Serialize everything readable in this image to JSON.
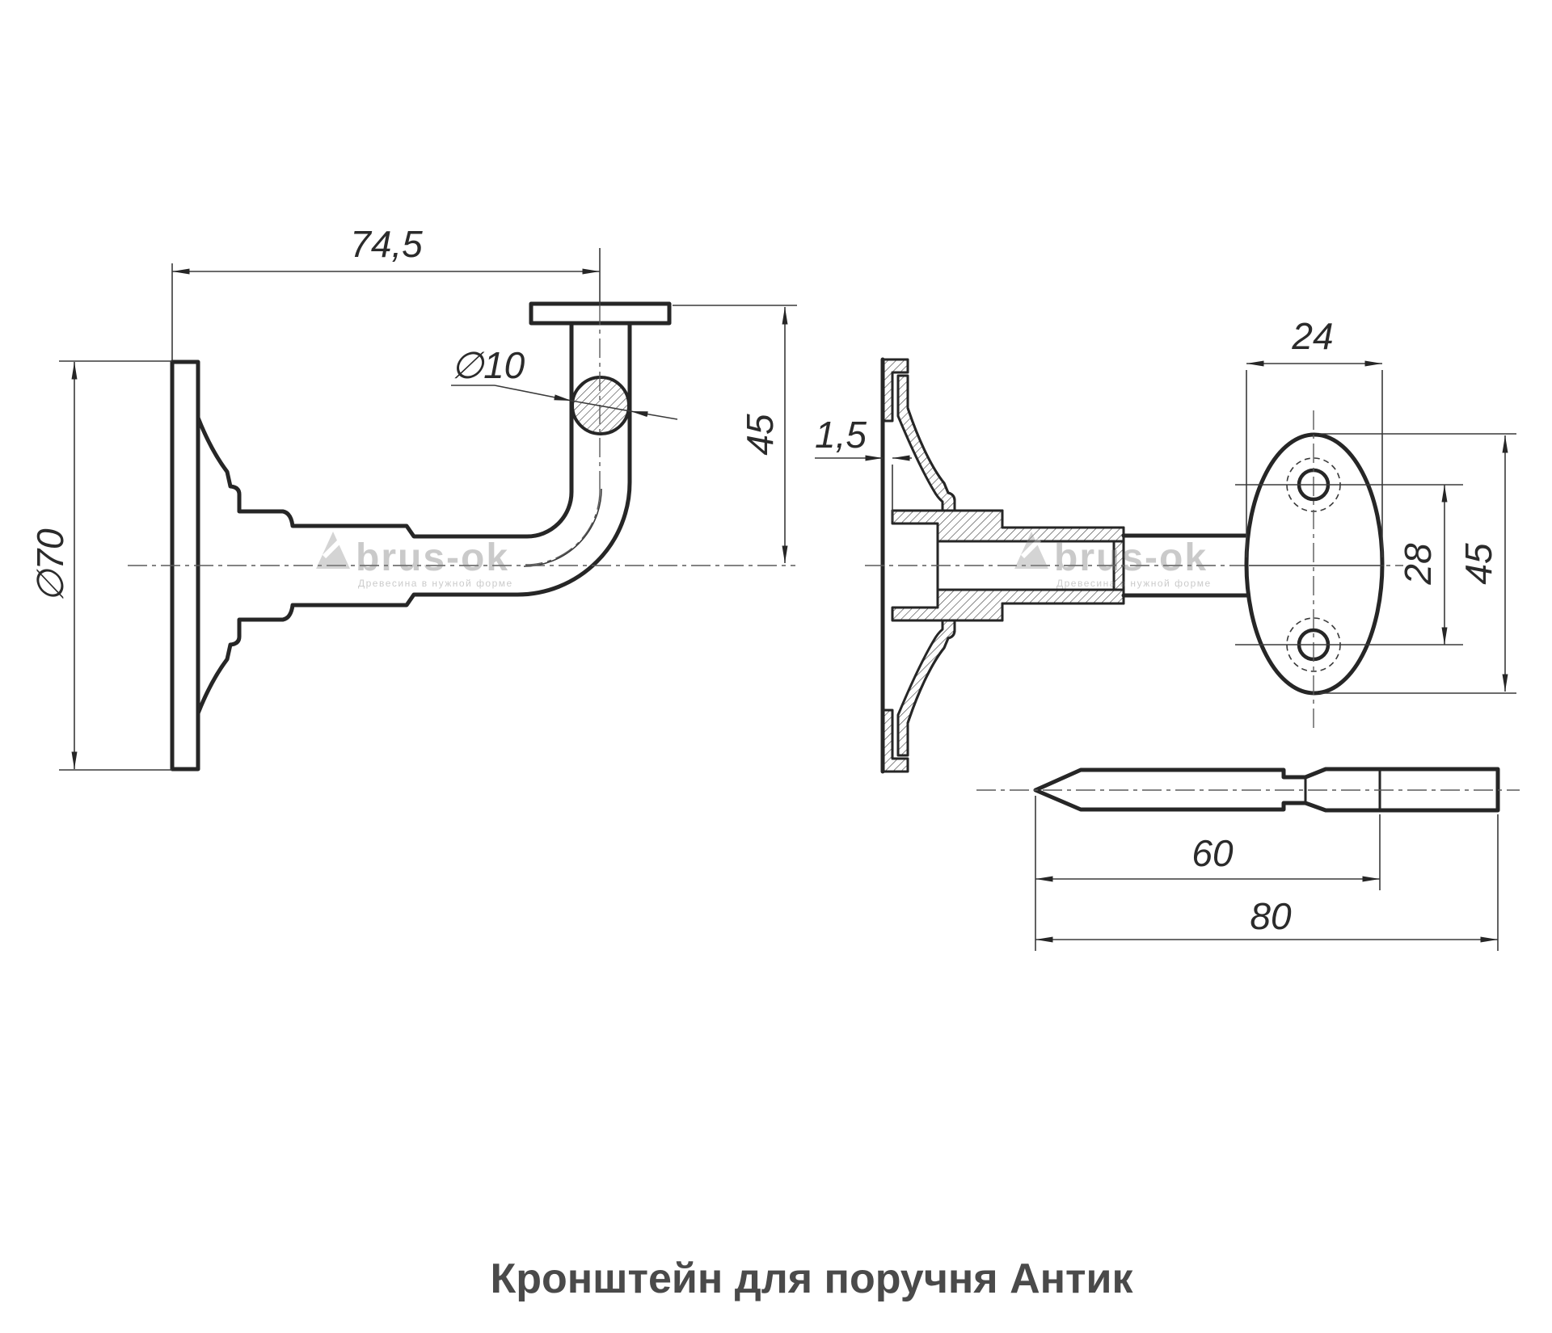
{
  "title": "Кронштейн для поручня Антик",
  "watermark": {
    "brand": "brus-ok",
    "tagline": "Древесина в нужной форме"
  },
  "views": {
    "side": {
      "dims": {
        "reach": "74,5",
        "rod_diameter": "∅10",
        "plate_diameter": "∅70",
        "height": "45"
      }
    },
    "section": {
      "dims": {
        "sheet_thickness": "1,5"
      }
    },
    "plate_front": {
      "dims": {
        "hole_area_width": "24",
        "hole_spacing": "28",
        "plate_height": "45"
      }
    },
    "pin": {
      "dims": {
        "embed_length": "60",
        "total_length": "80"
      }
    }
  }
}
